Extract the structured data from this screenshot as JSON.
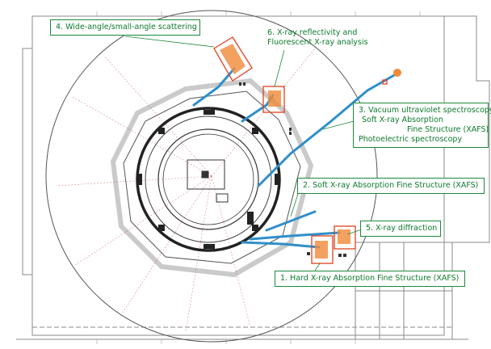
{
  "labels": {
    "l4": "4. Wide-angle/small-angle scattering",
    "l6a": "6. X-ray reflectivity and",
    "l6b": "Fluorescent X-ray analysis",
    "l3a": "3. Vacuum ultraviolet spectroscopy",
    "l3b": "Soft X-ray Absorption",
    "l3c": "Fine Structure (XAFS)",
    "l3d": "Photoelectric spectroscopy",
    "l2": "2. Soft X-ray Absorption Fine Structure (XAFS)",
    "l5": "5. X-ray diffraction",
    "l1": "1. Hard X-ray Absorption Fine Structure (XAFS)"
  },
  "colors": {
    "label_text": "#0c7a2c",
    "label_border": "#1a8a3a",
    "beamline": "#2f8fc9",
    "hutch": "#e0401f",
    "hutch_fill": "#f08a3a",
    "structure": "#222222",
    "grid": "#9a9a9a",
    "radial": "#e07a7a"
  }
}
